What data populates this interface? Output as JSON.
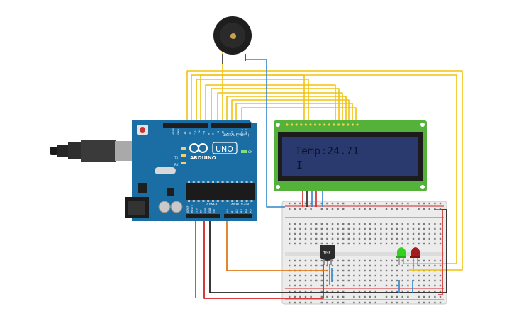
{
  "arduino": {
    "brand": "ARDUINO",
    "model": "UNO",
    "digital_label": "DIGITAL (PWM~)",
    "analog_label": "ANALOG IN",
    "power_label": "POWER",
    "aref": "AREF",
    "gnd": "GND",
    "tx": "TX",
    "rx": "RX",
    "l": "L",
    "on": "ON",
    "digital_pins": [
      "13",
      "12",
      "~11",
      "~10",
      "~9",
      "8",
      "7",
      "~6",
      "~5",
      "4",
      "~3",
      "2",
      "TX 1",
      "RX 0"
    ],
    "analog_pins": [
      "A0",
      "A1",
      "A2",
      "A3",
      "A4",
      "A5"
    ],
    "power_pins": [
      "IOREF",
      "RESET",
      "3.3V",
      "5V",
      "GND",
      "GND",
      "Vin"
    ]
  },
  "lcd": {
    "line1": "Temp:24.71",
    "line2": "I"
  },
  "sensor": {
    "label": "TMP"
  },
  "colors": {
    "board": "#1a6ea4",
    "wire_yellow": "#f2c20f",
    "wire_blue": "#2f86c7",
    "wire_red": "#d42323",
    "wire_black": "#222222",
    "wire_orange": "#e07a1a",
    "lcd_pcb": "#54b13a",
    "lcd_screen": "#2a3a6e",
    "breadboard": "#ececec"
  }
}
